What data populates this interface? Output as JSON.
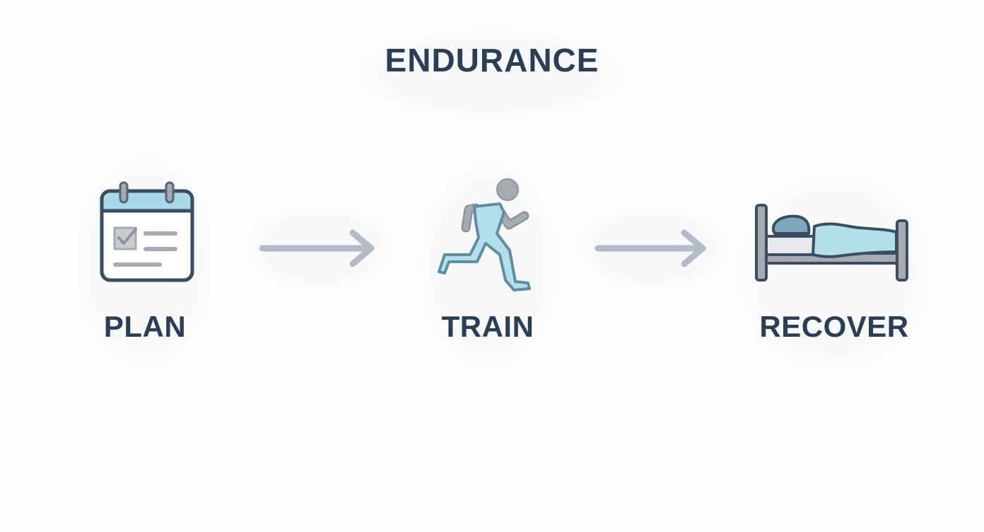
{
  "diagram": {
    "title": "ENDURANCE",
    "steps": [
      {
        "label": "PLAN",
        "icon": "calendar-checklist-icon"
      },
      {
        "label": "TRAIN",
        "icon": "runner-icon"
      },
      {
        "label": "RECOVER",
        "icon": "bed-icon"
      }
    ],
    "connectors": [
      {
        "from": "PLAN",
        "to": "TRAIN",
        "icon": "arrow-right-icon"
      },
      {
        "from": "TRAIN",
        "to": "RECOVER",
        "icon": "arrow-right-icon"
      }
    ]
  },
  "colors": {
    "text": "#2c3e55",
    "outline": "#3b4d62",
    "light_blue": "#a9d8e8",
    "gray": "#a7aab0",
    "arrow": "#b3bcc6",
    "background": "#fdfdfd"
  }
}
